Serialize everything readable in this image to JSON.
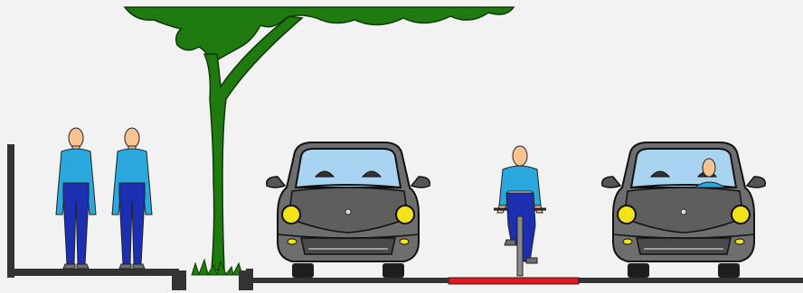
{
  "scene": {
    "kind": "street cross-section",
    "colors": {
      "background": "#f2f2f2",
      "ground": "#333333",
      "bike_lane": "#e8141c",
      "tree": "#1f7a0f",
      "shirt": "#2aa7dc",
      "pants": "#1b2fb0",
      "skin": "#f6c391",
      "car_body": "#6e6e6e",
      "car_glass": "#a8d4f2",
      "headlight": "#f2e21a"
    },
    "figures": {
      "pedestrians": 2,
      "cars": 2,
      "cyclists": 1,
      "trees": 1,
      "car_occupied_driver": true
    }
  }
}
